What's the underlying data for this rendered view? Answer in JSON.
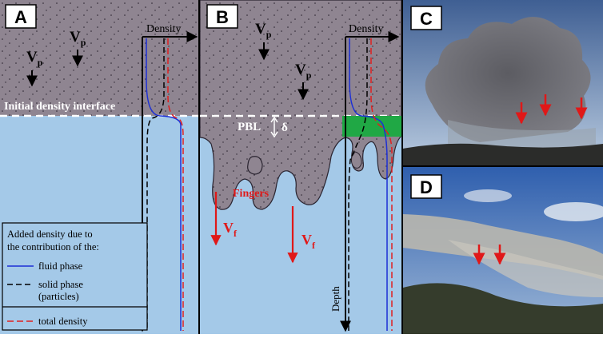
{
  "panels": {
    "a": "A",
    "b": "B",
    "c": "C",
    "d": "D"
  },
  "labels": {
    "vp_sym": "V",
    "vp_sub": "p",
    "vf_sym": "V",
    "vf_sub": "f",
    "density": "Density",
    "depth": "Depth",
    "interface": "Initial density interface",
    "pbl": "PBL",
    "delta": "δ",
    "fingers": "Fingers"
  },
  "legend": {
    "title_line1": "Added density due to",
    "title_line2": "the contribution of the:",
    "fluid": "fluid phase",
    "solid_line1": "solid phase",
    "solid_line2": "(particles)",
    "total": "total density"
  },
  "colors": {
    "ash": "#8f8591",
    "water": "#a4c9e8",
    "fluid": "#1c2fd6",
    "solid": "#000000",
    "total": "#e02020",
    "pbl_band": "#20a845",
    "arrow_red": "#e01818"
  }
}
